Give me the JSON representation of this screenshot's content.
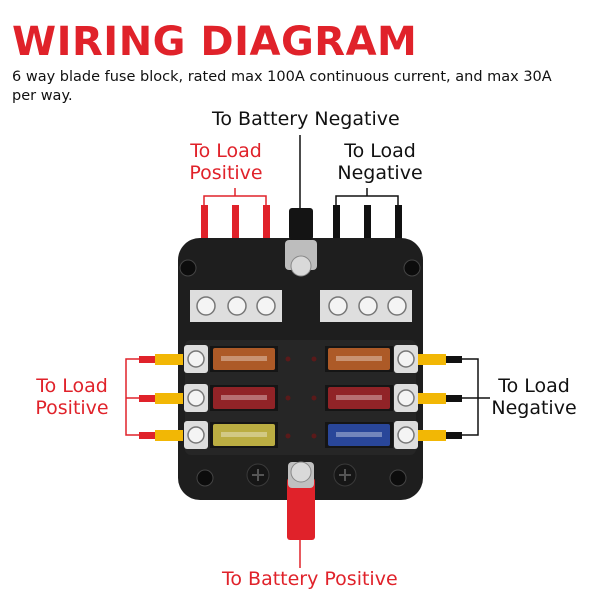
{
  "title": "WIRING DIAGRAM",
  "subtitle": "6 way blade fuse block, rated max 100A continuous current, and max 30A per way.",
  "labels": {
    "battery_negative": "To Battery Negative",
    "load_positive_top": [
      "To Load",
      "Positive"
    ],
    "load_negative_top": [
      "To Load",
      "Negative"
    ],
    "load_positive_left": [
      "To Load",
      "Positive"
    ],
    "load_negative_right": [
      "To Load",
      "Negative"
    ],
    "battery_positive": "To Battery Positive"
  },
  "colors": {
    "accent_red": "#e0222a",
    "block_body": "#1e1e1e",
    "terminal_metal": "#cfcfcf",
    "wire_positive": "#e0222a",
    "wire_negative": "#111111",
    "wire_connector": "#f2b705"
  },
  "fuses": {
    "left": [
      "orange",
      "red",
      "yellow"
    ],
    "right": [
      "orange",
      "red",
      "blue"
    ],
    "fuse_colors": {
      "orange": "#c8662a",
      "red": "#a7262a",
      "yellow": "#d8c84a",
      "blue": "#2d4fb0"
    }
  }
}
